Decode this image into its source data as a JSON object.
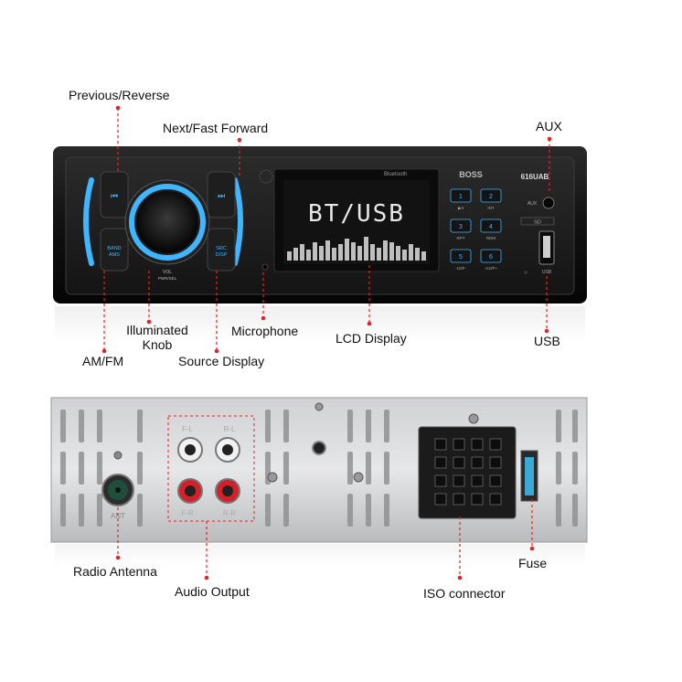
{
  "callouts": {
    "previous_reverse": "Previous/Reverse",
    "next_fast_forward": "Next/Fast Forward",
    "aux": "AUX",
    "illuminated_knob": "Illuminated\nKnob",
    "microphone": "Microphone",
    "lcd_display": "LCD Display",
    "usb": "USB",
    "am_fm": "AM/FM",
    "source_display": "Source Display",
    "radio_antenna": "Radio Antenna",
    "audio_output": "Audio Output",
    "iso_connector": "ISO connector",
    "fuse": "Fuse"
  },
  "front_panel": {
    "brand": "BOSS",
    "model": "616UAB",
    "bluetooth": "Bluetooth",
    "lcd_text": "BT/USB",
    "aux_label": "AUX",
    "usb_label": "USB",
    "sd_label": "SD",
    "knob_label_1": "VOL",
    "knob_label_2": "PWR/SEL",
    "band_label_1": "BAND",
    "band_label_2": "AMS",
    "src_label_1": "SRC",
    "src_label_2": "DISP",
    "prev_symbol": "⏮",
    "next_symbol": "⏭",
    "preset_buttons": [
      {
        "num": "1",
        "sub": "▶II"
      },
      {
        "num": "2",
        "sub": "INT"
      },
      {
        "num": "3",
        "sub": "RPT"
      },
      {
        "num": "4",
        "sub": "RDM"
      },
      {
        "num": "5",
        "sub": "-10/F-"
      },
      {
        "num": "6",
        "sub": "+10/F+"
      }
    ]
  },
  "rear_panel": {
    "ant_label": "ANT",
    "rca_labels": [
      "F-L",
      "R-L",
      "F-R",
      "R-R"
    ]
  },
  "colors": {
    "accent_blue": "#3fb6ff",
    "callout_red": "#e0252b",
    "panel_black": "#1a1a1a",
    "rca_white": "#f2f2f2",
    "rca_red": "#d4202a"
  }
}
